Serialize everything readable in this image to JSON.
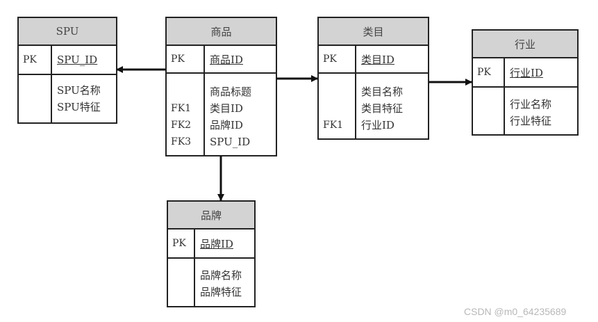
{
  "entities": [
    {
      "id": "spu",
      "title": "SPU",
      "pk_key": "PK",
      "pk_field": "SPU_ID",
      "rows": [
        [
          "",
          "SPU名称"
        ],
        [
          "",
          "SPU特征"
        ]
      ]
    },
    {
      "id": "product",
      "title": "商品",
      "pk_key": "PK",
      "pk_field": "商品ID",
      "rows": [
        [
          "",
          "商品标题"
        ],
        [
          "FK1",
          "类目ID"
        ],
        [
          "FK2",
          "品牌ID"
        ],
        [
          "FK3",
          "SPU_ID"
        ]
      ]
    },
    {
      "id": "category",
      "title": "类目",
      "pk_key": "PK",
      "pk_field": "类目ID",
      "rows": [
        [
          "",
          "类目名称"
        ],
        [
          "",
          "类目特征"
        ],
        [
          "FK1",
          "行业ID"
        ]
      ]
    },
    {
      "id": "industry",
      "title": "行业",
      "pk_key": "PK",
      "pk_field": "行业ID",
      "rows": [
        [
          "",
          "行业名称"
        ],
        [
          "",
          "行业特征"
        ]
      ]
    },
    {
      "id": "brand",
      "title": "品牌",
      "pk_key": "PK",
      "pk_field": "品牌ID",
      "rows": [
        [
          "",
          "品牌名称"
        ],
        [
          "",
          "品牌特征"
        ]
      ]
    }
  ],
  "relations": [
    {
      "from": "商品",
      "to": "SPU"
    },
    {
      "from": "商品",
      "to": "类目"
    },
    {
      "from": "类目",
      "to": "行业"
    },
    {
      "from": "商品",
      "to": "品牌"
    }
  ],
  "watermark": "CSDN @m0_64235689"
}
